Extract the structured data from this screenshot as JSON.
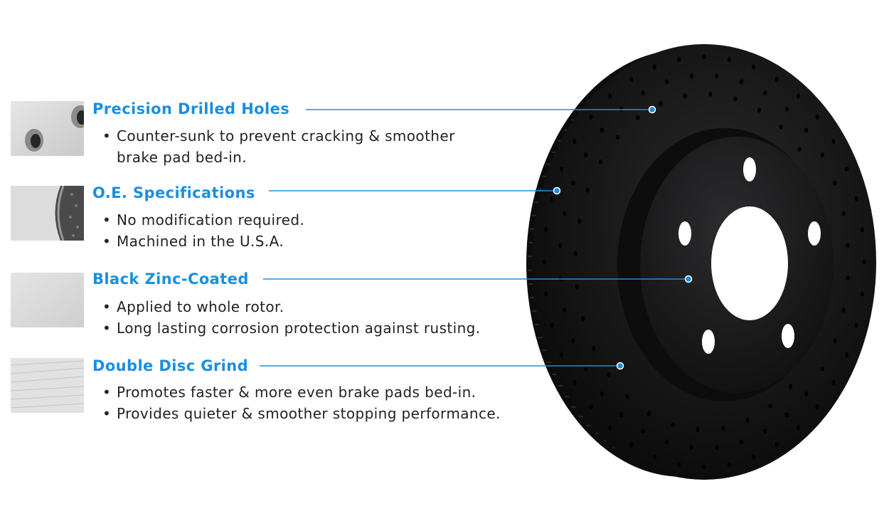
{
  "accent_color": "#1a8fe0",
  "features": [
    {
      "title": "Precision Drilled Holes",
      "thumbnail": "drilled-holes-closeup",
      "bullets": [
        {
          "line1": "Counter-sunk to prevent cracking & smoother",
          "line2": "brake pad bed-in."
        }
      ]
    },
    {
      "title": "O.E. Specifications",
      "thumbnail": "rotor-edge-closeup",
      "bullets": [
        {
          "line1": "No modification required."
        },
        {
          "line1": "Machined in the U.S.A."
        }
      ]
    },
    {
      "title": "Black Zinc-Coated",
      "thumbnail": "zinc-coating-closeup",
      "bullets": [
        {
          "line1": "Applied to whole rotor."
        },
        {
          "line1": "Long lasting corrosion protection against rusting."
        }
      ]
    },
    {
      "title": "Double Disc Grind",
      "thumbnail": "disc-grind-closeup",
      "bullets": [
        {
          "line1": "Promotes faster & more even brake pads bed-in."
        },
        {
          "line1": "Provides quieter & smoother stopping performance."
        }
      ]
    }
  ],
  "bullet_glyph": "•",
  "product_image": "black-cross-drilled-brake-rotor"
}
